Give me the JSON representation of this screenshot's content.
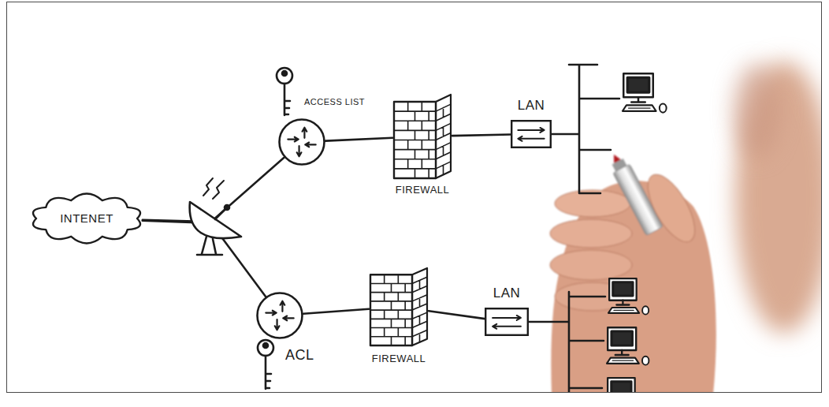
{
  "diagram": {
    "nodes": [
      {
        "text": [
          "INTENET"
        ]
      },
      {
        "text": [
          "ACCESS LIST"
        ]
      },
      {
        "text": [
          "FIREWALL"
        ]
      },
      {
        "text": [
          "LAN"
        ]
      },
      {
        "text": [
          "ACL"
        ]
      },
      {
        "text": [
          "FIREWALL"
        ]
      },
      {
        "text": [
          "LAN"
        ]
      }
    ],
    "edges": [
      {
        "from": 0,
        "to": 1,
        "arrow": "none"
      },
      {
        "from": 0,
        "to": 4,
        "arrow": "none"
      },
      {
        "from": 1,
        "to": 2,
        "arrow": "none"
      },
      {
        "from": 2,
        "to": 3,
        "arrow": "none"
      },
      {
        "from": 4,
        "to": 5,
        "arrow": "none"
      },
      {
        "from": 5,
        "to": 6,
        "arrow": "none"
      }
    ]
  }
}
